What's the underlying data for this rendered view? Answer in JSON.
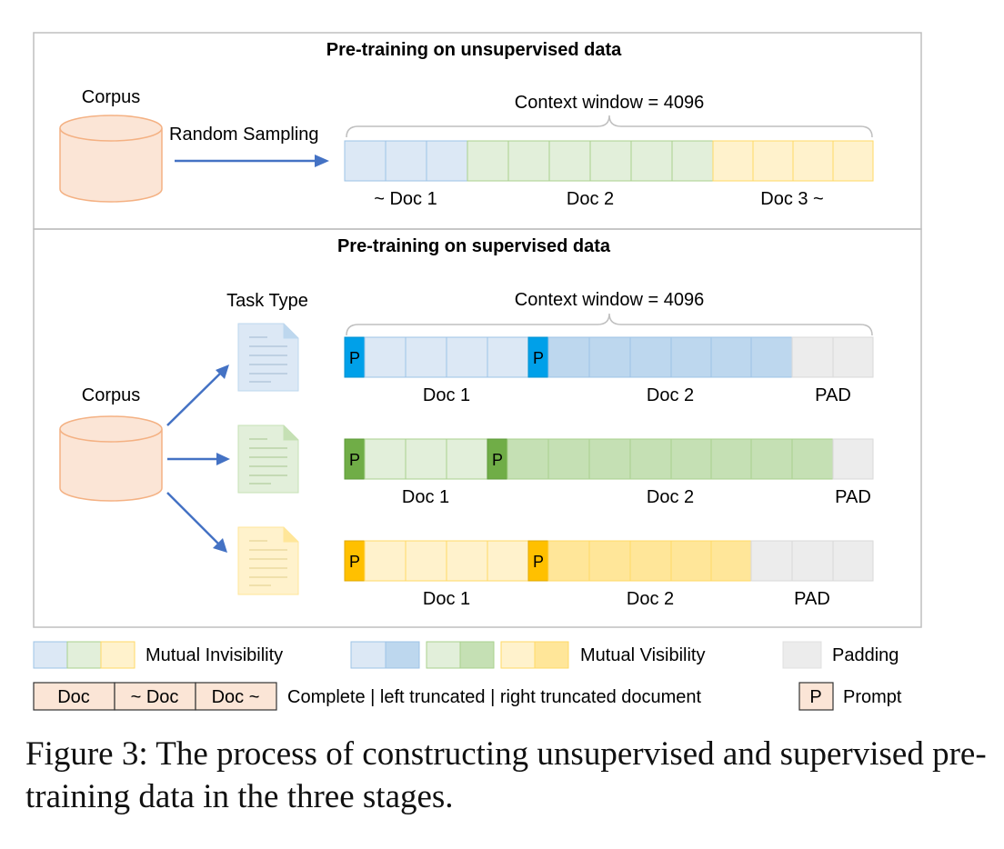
{
  "top_section": {
    "title": "Pre-training on unsupervised data",
    "corpus_label": "Corpus",
    "arrow_label": "Random Sampling",
    "context_label": "Context window = 4096",
    "doc_labels": [
      "~ Doc 1",
      "Doc 2",
      "Doc 3 ~"
    ]
  },
  "bottom_section": {
    "title": "Pre-training on supervised data",
    "task_type_label": "Task Type",
    "corpus_label": "Corpus",
    "context_label": "Context window = 4096",
    "prompt_marker": "P",
    "rows": [
      {
        "labels": [
          "Doc 1",
          "Doc 2",
          "PAD"
        ]
      },
      {
        "labels": [
          "Doc 1",
          "Doc 2",
          "PAD"
        ]
      },
      {
        "labels": [
          "Doc 1",
          "Doc 2",
          "PAD"
        ]
      }
    ]
  },
  "legend": {
    "mutual_invisibility": "Mutual Invisibility",
    "mutual_visibility": "Mutual Visibility",
    "padding": "Padding",
    "doc_complete": "Doc",
    "doc_left_truncated": "~ Doc",
    "doc_right_truncated": "Doc ~",
    "doc_desc": "Complete | left truncated | right truncated document",
    "prompt_marker": "P",
    "prompt": "Prompt"
  },
  "caption": "Figure 3: The process of constructing unsupervised and supervised pre-training data in the three stages.",
  "colors": {
    "blue_light": "#dce8f5",
    "blue_dark": "#bdd7ee",
    "blue_prompt": "#00a0e9",
    "green_light": "#e2efda",
    "green_dark": "#c5e0b4",
    "green_prompt": "#70ad47",
    "yellow_light": "#fff2cc",
    "yellow_dark": "#ffe699",
    "yellow_prompt": "#ffc000",
    "pad": "#ececec",
    "corpus": "#fbe5d6",
    "arrow": "#4472c4"
  }
}
